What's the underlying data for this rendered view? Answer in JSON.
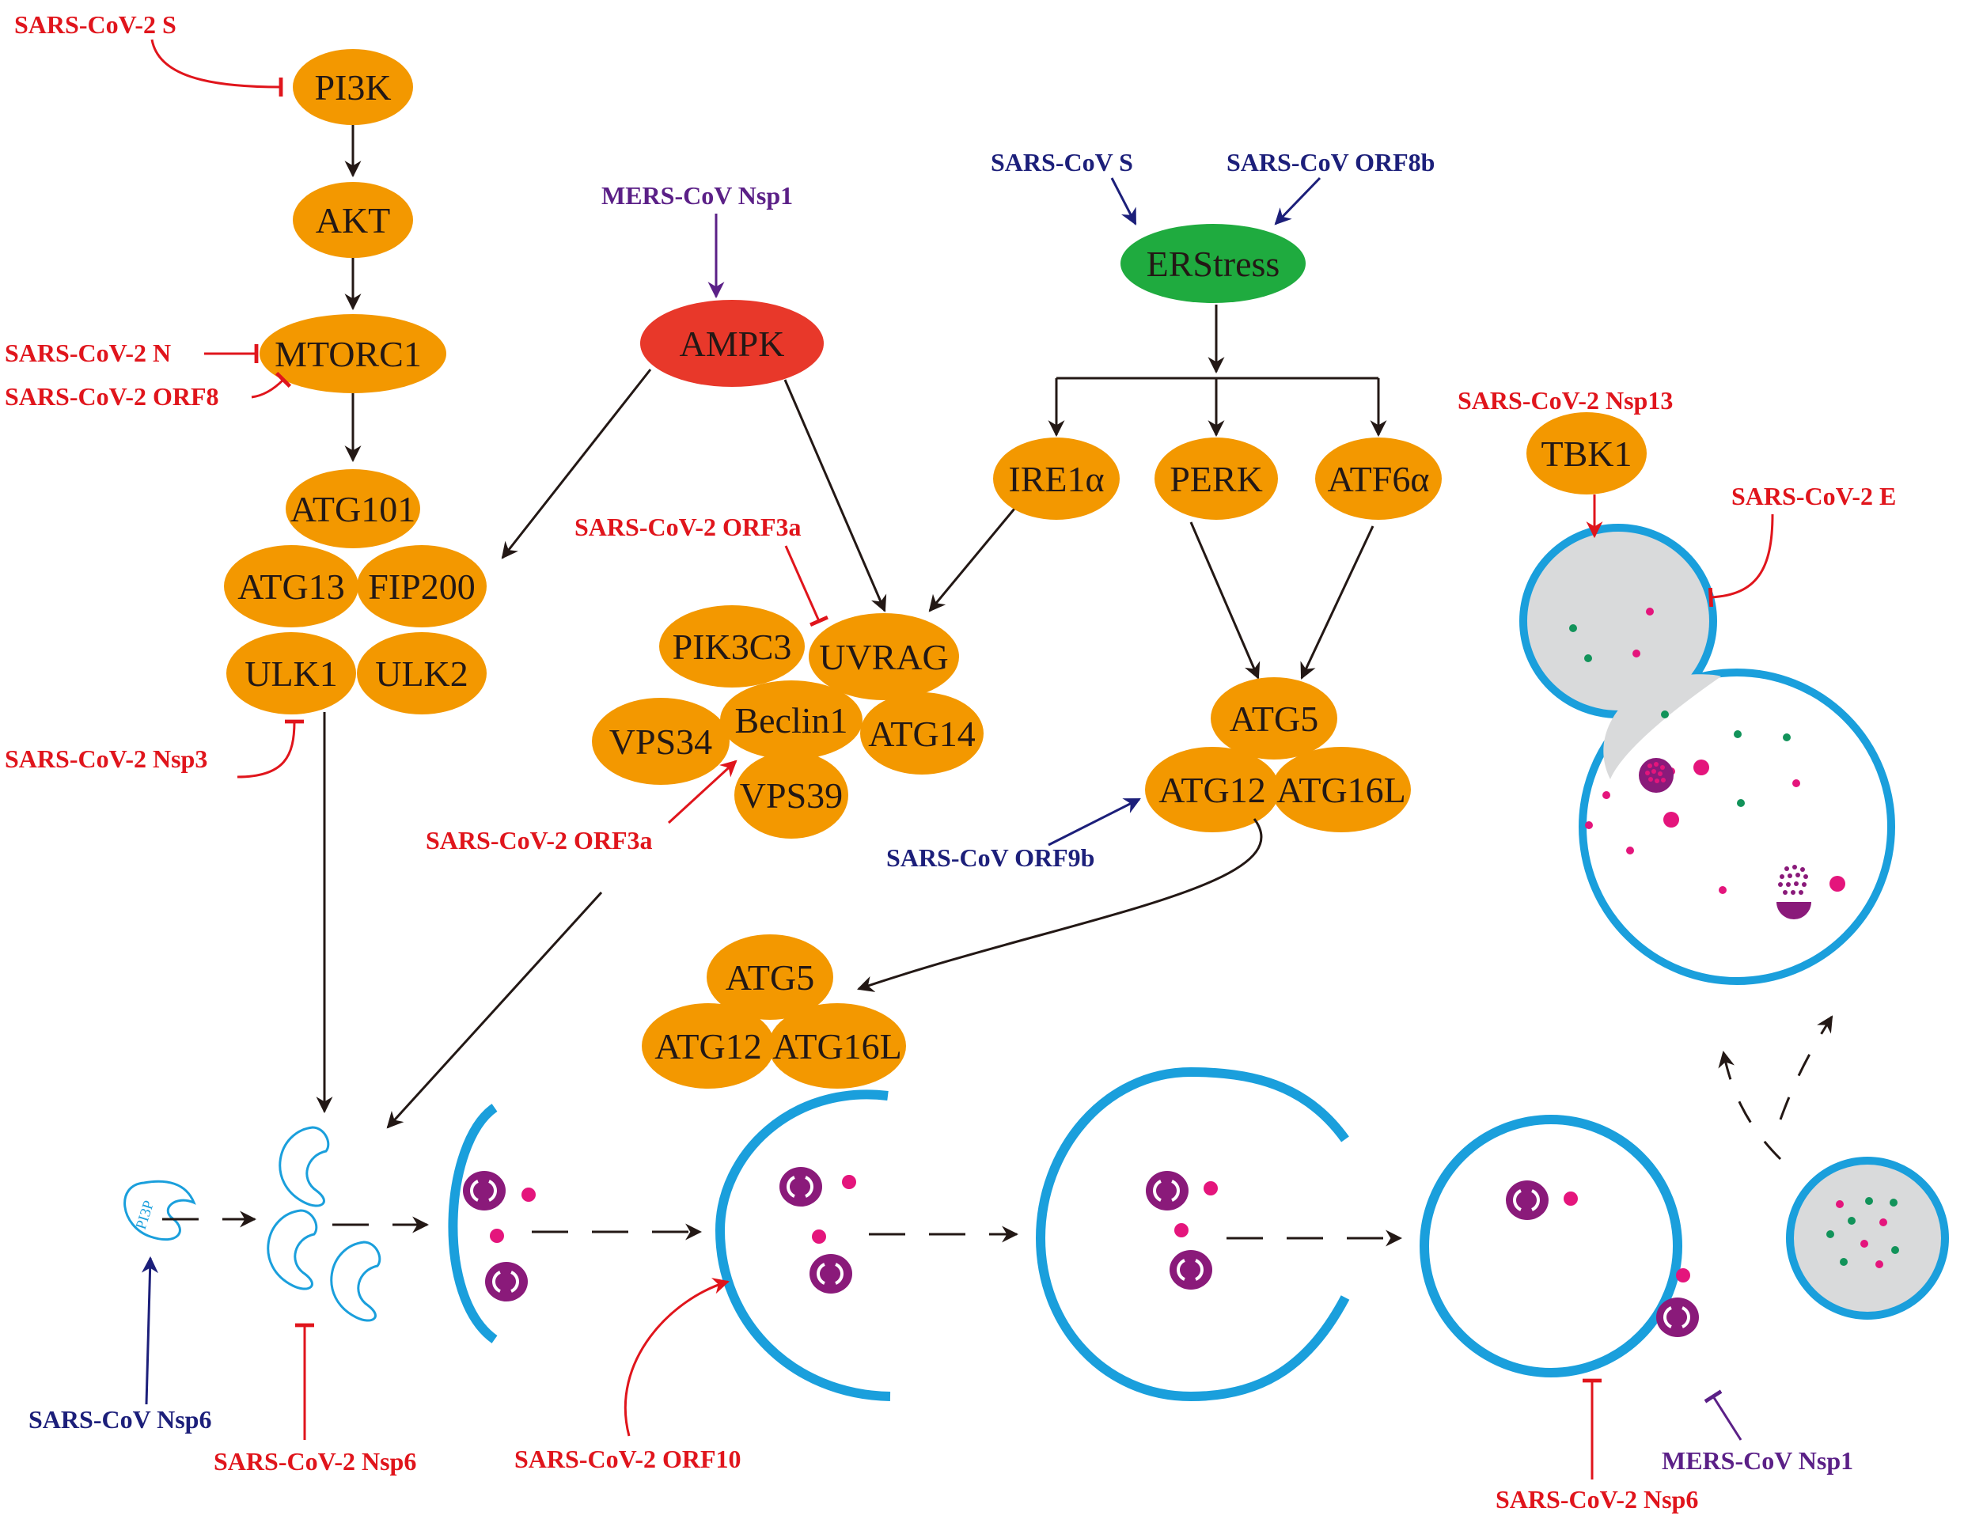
{
  "colors": {
    "protein": "#f39800",
    "ampk": "#e8382a",
    "er_stress": "#1fab3f",
    "membrane": "#1a9fdc",
    "sars_cov2": "#e0151c",
    "sars_cov": "#1c1f7a",
    "mers_cov": "#5b2087",
    "cargo": "#8a1a7a",
    "dot_pink": "#e4157c",
    "dot_green": "#12935a",
    "lysosome_fill": "#d9dadb"
  },
  "nodes": {
    "pi3k": "PI3K",
    "akt": "AKT",
    "mtorc1": "MTORC1",
    "atg101": "ATG101",
    "atg13": "ATG13",
    "fip200": "FIP200",
    "ulk1": "ULK1",
    "ulk2": "ULK2",
    "ampk": "AMPK",
    "pik3c3": "PIK3C3",
    "uvrag": "UVRAG",
    "vps34": "VPS34",
    "beclin1": "Beclin1",
    "atg14": "ATG14",
    "vps39": "VPS39",
    "erstress": "ERStress",
    "ire1a": "IRE1α",
    "perk": "PERK",
    "atf6a": "ATF6α",
    "atg5_upper": "ATG5",
    "atg12_upper": "ATG12",
    "atg16l_upper": "ATG16L",
    "atg5_lower": "ATG5",
    "atg12_lower": "ATG12",
    "atg16l_lower": "ATG16L",
    "tbk1": "TBK1",
    "pi3p": "PI3P"
  },
  "labels": {
    "sars2_s": "SARS-CoV-2 S",
    "sars2_n": "SARS-CoV-2 N",
    "sars2_orf8": "SARS-CoV-2 ORF8",
    "sars2_nsp3": "SARS-CoV-2 Nsp3",
    "mers_nsp1_top": "MERS-CoV Nsp1",
    "sars2_orf3a_top": "SARS-CoV-2 ORF3a",
    "sars2_orf3a_bottom": "SARS-CoV-2 ORF3a",
    "sars_s": "SARS-CoV S",
    "sars_orf8b": "SARS-CoV ORF8b",
    "sars_orf9b": "SARS-CoV ORF9b",
    "sars2_nsp13": "SARS-CoV-2 Nsp13",
    "sars2_e": "SARS-CoV-2 E",
    "sars_nsp6": "SARS-CoV Nsp6",
    "sars2_nsp6_left": "SARS-CoV-2 Nsp6",
    "sars2_orf10": "SARS-CoV-2 ORF10",
    "mers_nsp1_bottom": "MERS-CoV Nsp1",
    "sars2_nsp6_right": "SARS-CoV-2 Nsp6"
  }
}
